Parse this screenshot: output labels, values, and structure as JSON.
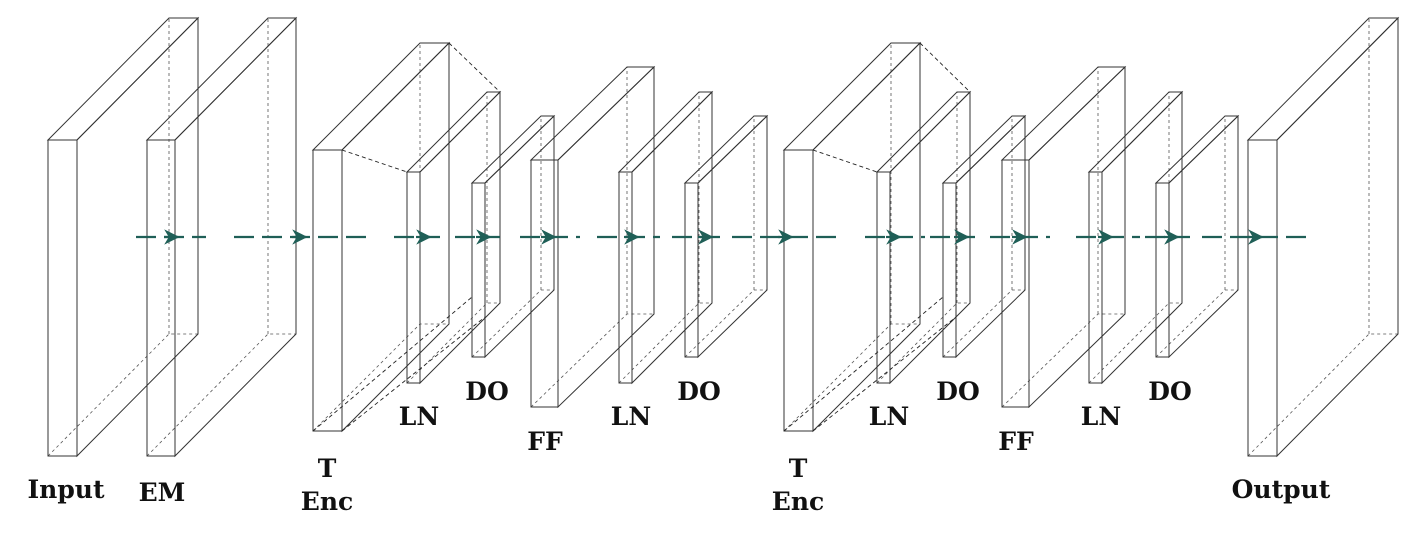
{
  "colors": {
    "input": "#a387cf",
    "embedding": "#8cff8c",
    "encoder": "#9ef3fb",
    "layer_norm": "#fbdc8c",
    "dropout": "#fb9c8c",
    "feed_forward": "#74e0b6",
    "arrow": "#1f5f57"
  },
  "labels": {
    "input": "Input",
    "em": "EM",
    "enc1_line1": "T",
    "enc1_line2": "Enc",
    "ln1": "LN",
    "do1": "DO",
    "ff1": "FF",
    "ln2": "LN",
    "do2": "DO",
    "enc2_line1": "T",
    "enc2_line2": "Enc",
    "ln3": "LN",
    "do3": "DO",
    "ff2": "FF",
    "ln4": "LN",
    "do4": "DO",
    "output": "Output"
  },
  "icons": {
    "flow_arrow": "arrowhead-icon"
  }
}
